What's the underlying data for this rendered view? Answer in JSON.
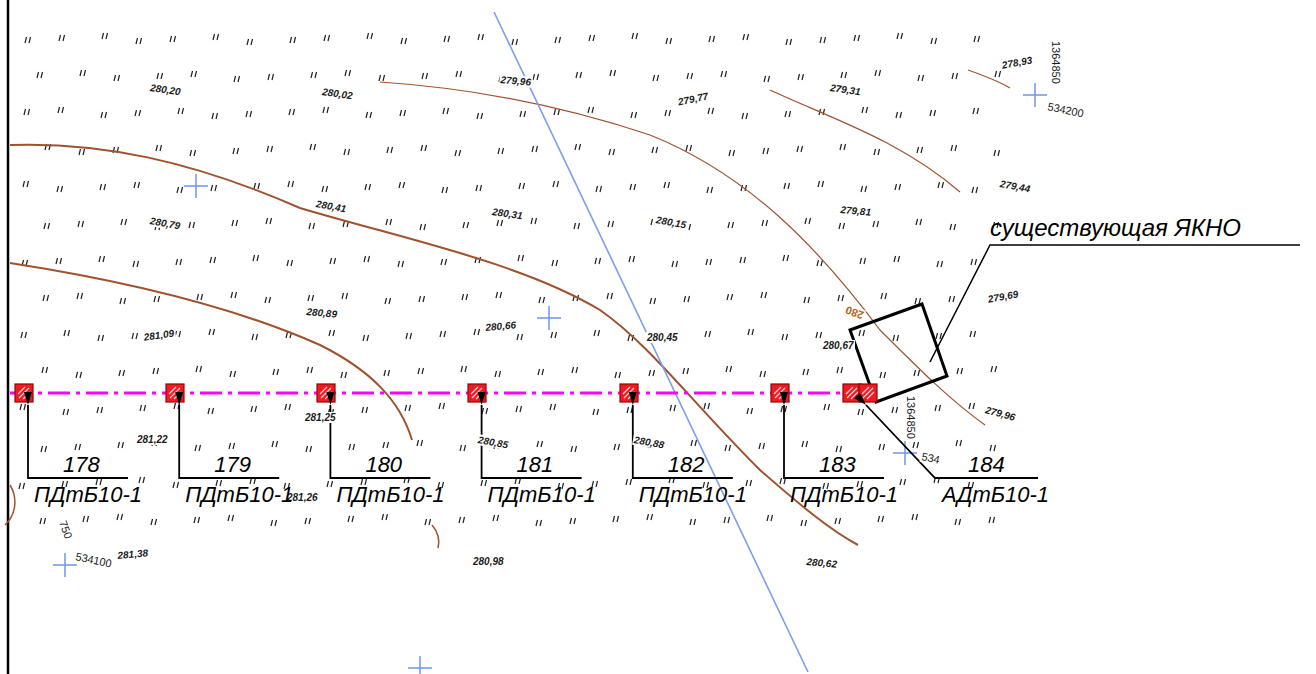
{
  "diagram": {
    "labels": [
      "280,20",
      "280,02",
      "279,96",
      "279,77",
      "279,31",
      "278,93",
      "1364850",
      "534200",
      "279,44",
      "280,79",
      "280,41",
      "280,31",
      "280,15",
      "279,81",
      "279,69",
      "280,89",
      "280,66",
      "280,45",
      "280,67",
      "281,09",
      "279,96",
      "281,25",
      "280,85",
      "280,88",
      "281,22",
      "281,26",
      "280,98",
      "280,62",
      "281,38",
      "750",
      "534100",
      "280",
      "1364850",
      "534",
      "178",
      "ПДтБ10-1",
      "179",
      "ПДтБ10-1",
      "180",
      "ПДтБ10-1",
      "181",
      "ПДтБ10-1",
      "182",
      "ПДтБ10-1",
      "183",
      "ПДтБ10-1",
      "184",
      "АДтБ10-1",
      "существующая ЯКНО"
    ]
  }
}
